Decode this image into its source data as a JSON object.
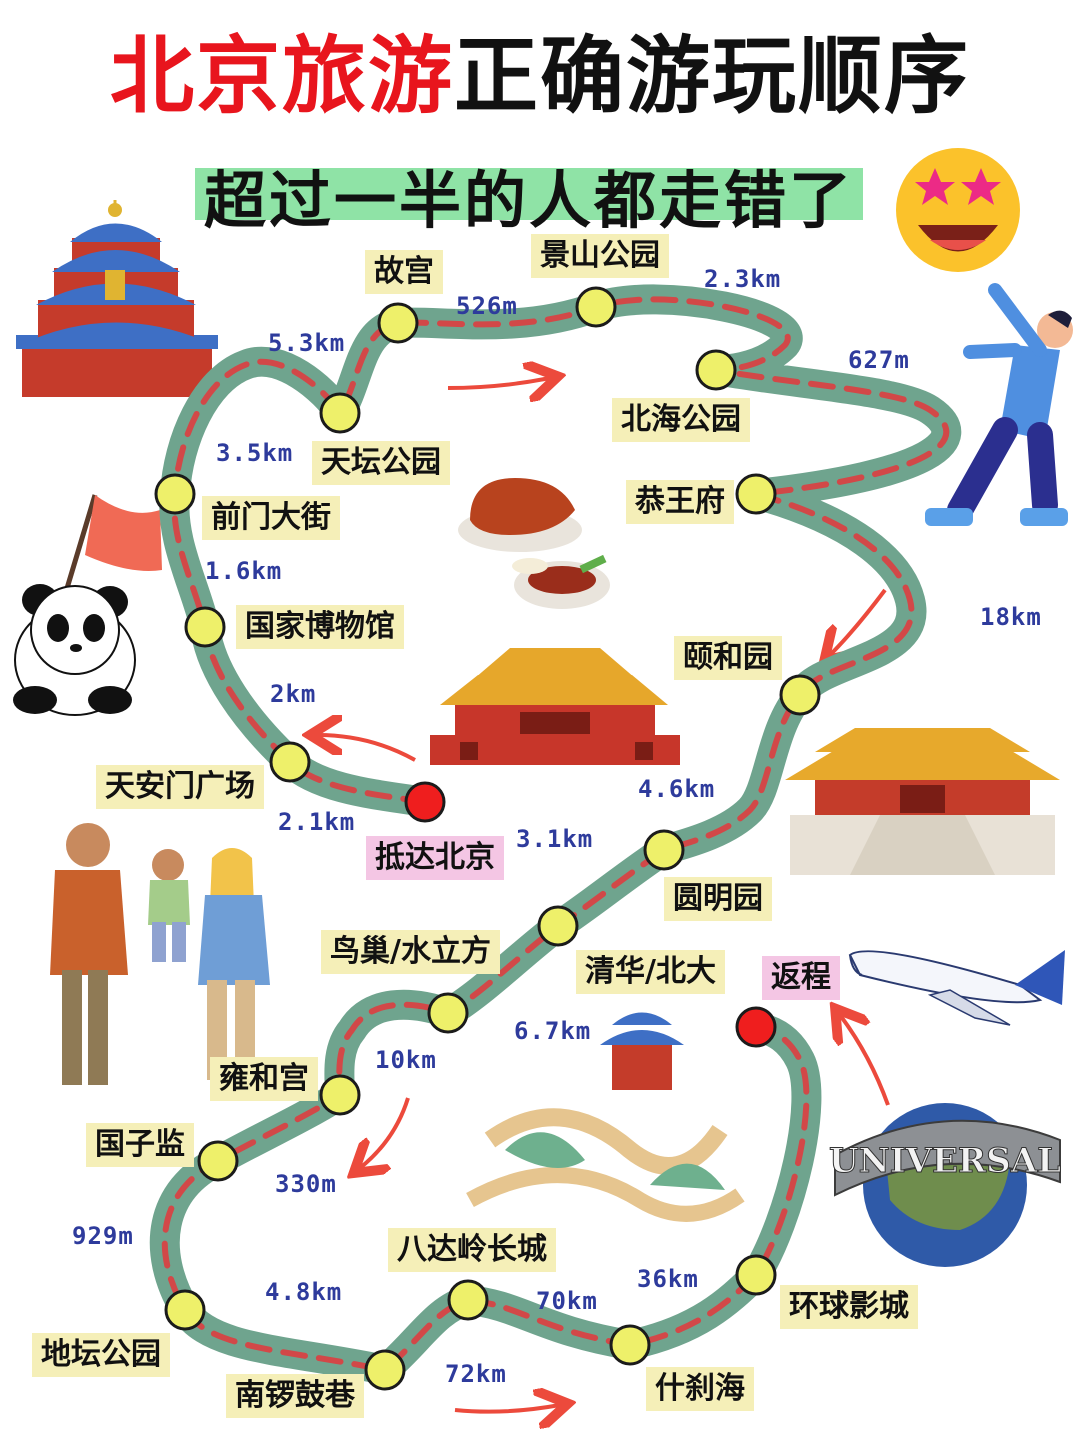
{
  "title": {
    "part_red": "北京旅游",
    "part_black": "正确游玩顺序"
  },
  "subtitle": "超过一半的人都走错了",
  "colors": {
    "title_red": "#e8151d",
    "subtitle_band": "#8fe3a6",
    "route_outer": "#6fa48e",
    "route_dash": "#d24848",
    "stop_fill": "#eef06a",
    "endpoint_fill": "#ef1e1e",
    "label_bg": "#f5efb8",
    "endpoint_label_bg": "#f4c6e4",
    "distance_text": "#2e3b9c",
    "arrow": "#ec4a3c"
  },
  "start_label": "抵达北京",
  "end_label": "返程",
  "stops": [
    "天安门广场",
    "国家博物馆",
    "前门大街",
    "天坛公园",
    "故宫",
    "景山公园",
    "北海公园",
    "恭王府",
    "颐和园",
    "圆明园",
    "清华/北大",
    "鸟巢/水立方",
    "雍和宫",
    "国子监",
    "地坛公园",
    "南锣鼓巷",
    "八达岭长城",
    "什刹海",
    "环球影城"
  ],
  "distances": [
    "2km",
    "1.6km",
    "3.5km",
    "5.3km",
    "526m",
    "2.3km",
    "627m",
    "18km",
    "4.6km",
    "3.1km",
    "6.7km",
    "10km",
    "330m",
    "929m",
    "4.8km",
    "72km",
    "70km",
    "36km",
    "2.1km"
  ],
  "illustrations": {
    "temple_of_heaven": "temple-of-heaven-icon",
    "peking_duck": "roast-duck-icon",
    "tiananmen": "tiananmen-gate-icon",
    "palace_hall": "palace-hall-icon",
    "panda": "panda-with-flag-icon",
    "family": "family-icon",
    "dancer": "dancing-man-icon",
    "great_wall": "great-wall-icon",
    "airplane": "airplane-icon",
    "universal_globe": "universal-globe-icon",
    "emoji": "star-eyes-emoji-icon"
  },
  "universal_logo_text": "UNIVERSAL"
}
